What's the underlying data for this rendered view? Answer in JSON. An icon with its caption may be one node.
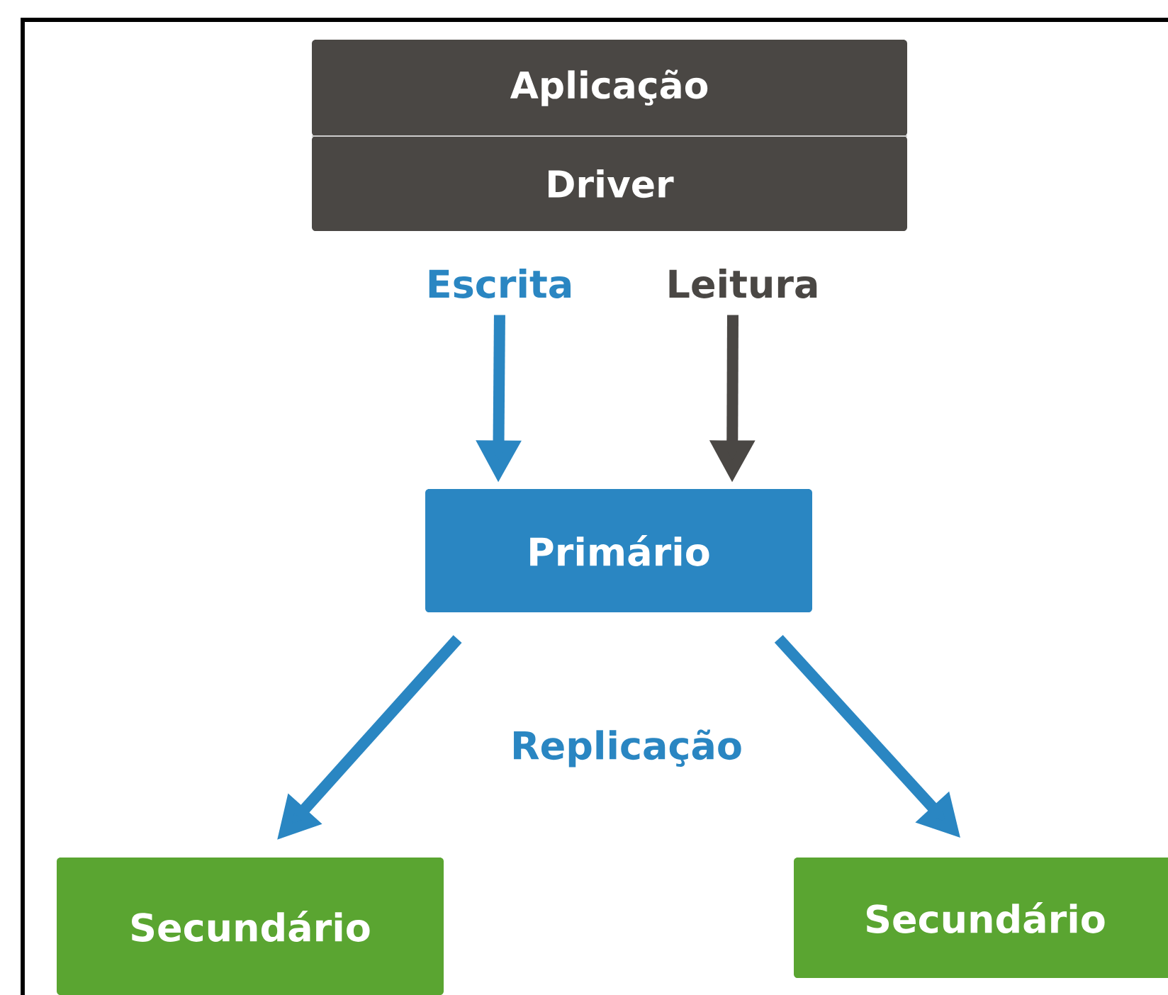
{
  "diagram": {
    "nodes": [
      {
        "text": [
          "Aplicação"
        ]
      },
      {
        "text": [
          "Driver"
        ]
      },
      {
        "text": [
          "Escrita"
        ]
      },
      {
        "text": [
          "Leitura"
        ]
      },
      {
        "text": [
          "Primário"
        ]
      },
      {
        "text": [
          "Secundário"
        ]
      },
      {
        "text": [
          "Secundário"
        ]
      }
    ],
    "edges": [
      {
        "from": 2,
        "to": 4,
        "arrow": "to"
      },
      {
        "from": 3,
        "to": 4,
        "arrow": "to",
        "color": "#4a4744"
      },
      {
        "from": 4,
        "to": 5,
        "arrow": "to"
      },
      {
        "from": 4,
        "to": 6,
        "arrow": "to"
      }
    ],
    "labels": [
      "Replicação"
    ]
  }
}
